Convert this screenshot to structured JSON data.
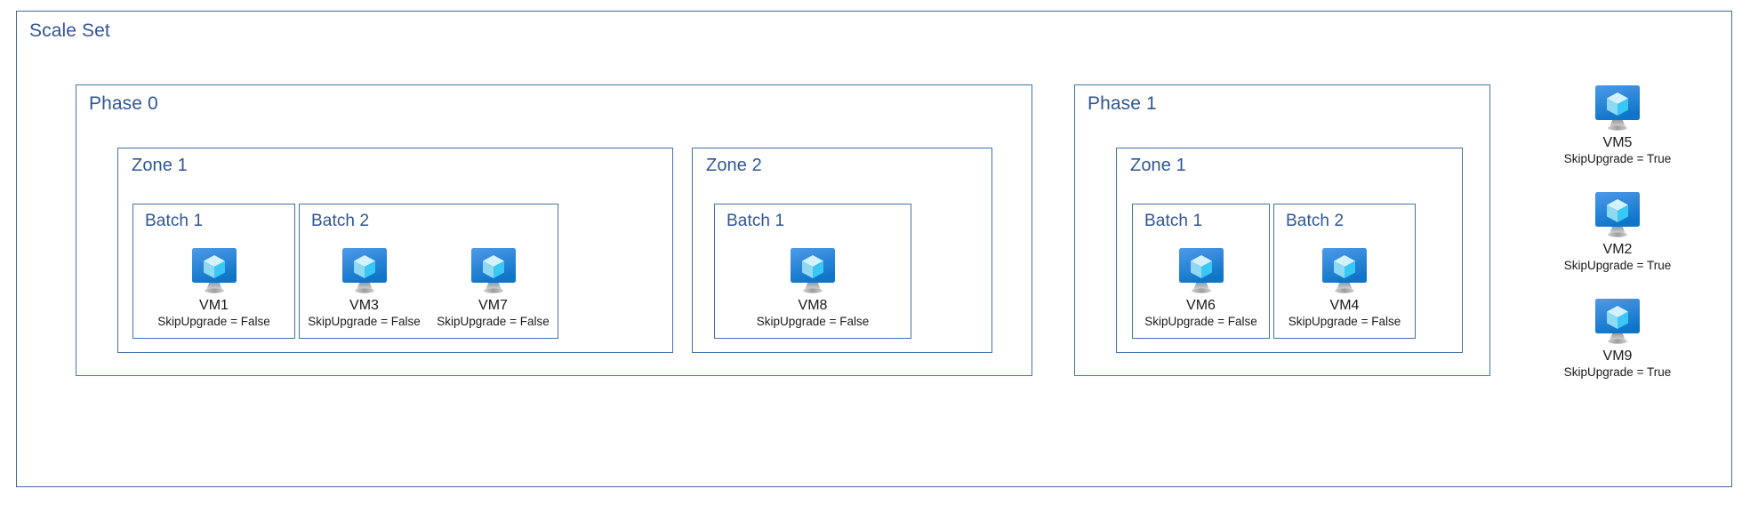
{
  "diagram": {
    "title": "Scale Set",
    "vm_icon_name": "azure-virtual-machine-icon",
    "colors": {
      "frame_border": "#4472a8",
      "heading_text": "#2f5596",
      "label_text": "#1a1a1a",
      "monitor_gradient_top": "#4e9ae8",
      "monitor_gradient_bottom": "#0f75c9",
      "cube_top": "#d4f2fd",
      "cube_left": "#8fd9f5",
      "cube_right": "#39c8f5",
      "stand_gray": "#a8a8a8"
    }
  },
  "phases": [
    {
      "label": "Phase 0",
      "zones": [
        {
          "label": "Zone 1",
          "batches": [
            {
              "label": "Batch 1",
              "vms": [
                {
                  "name": "VM1",
                  "flag": "SkipUpgrade = False"
                }
              ]
            },
            {
              "label": "Batch 2",
              "vms": [
                {
                  "name": "VM3",
                  "flag": "SkipUpgrade = False"
                },
                {
                  "name": "VM7",
                  "flag": "SkipUpgrade = False"
                }
              ]
            }
          ]
        },
        {
          "label": "Zone 2",
          "batches": [
            {
              "label": "Batch 1",
              "vms": [
                {
                  "name": "VM8",
                  "flag": "SkipUpgrade = False"
                }
              ]
            }
          ]
        }
      ]
    },
    {
      "label": "Phase 1",
      "zones": [
        {
          "label": "Zone 1",
          "batches": [
            {
              "label": "Batch 1",
              "vms": [
                {
                  "name": "VM6",
                  "flag": "SkipUpgrade = False"
                }
              ]
            },
            {
              "label": "Batch 2",
              "vms": [
                {
                  "name": "VM4",
                  "flag": "SkipUpgrade = False"
                }
              ]
            }
          ]
        }
      ]
    }
  ],
  "standalone_vms": [
    {
      "name": "VM5",
      "flag": "SkipUpgrade = True"
    },
    {
      "name": "VM2",
      "flag": "SkipUpgrade = True"
    },
    {
      "name": "VM9",
      "flag": "SkipUpgrade = True"
    }
  ]
}
